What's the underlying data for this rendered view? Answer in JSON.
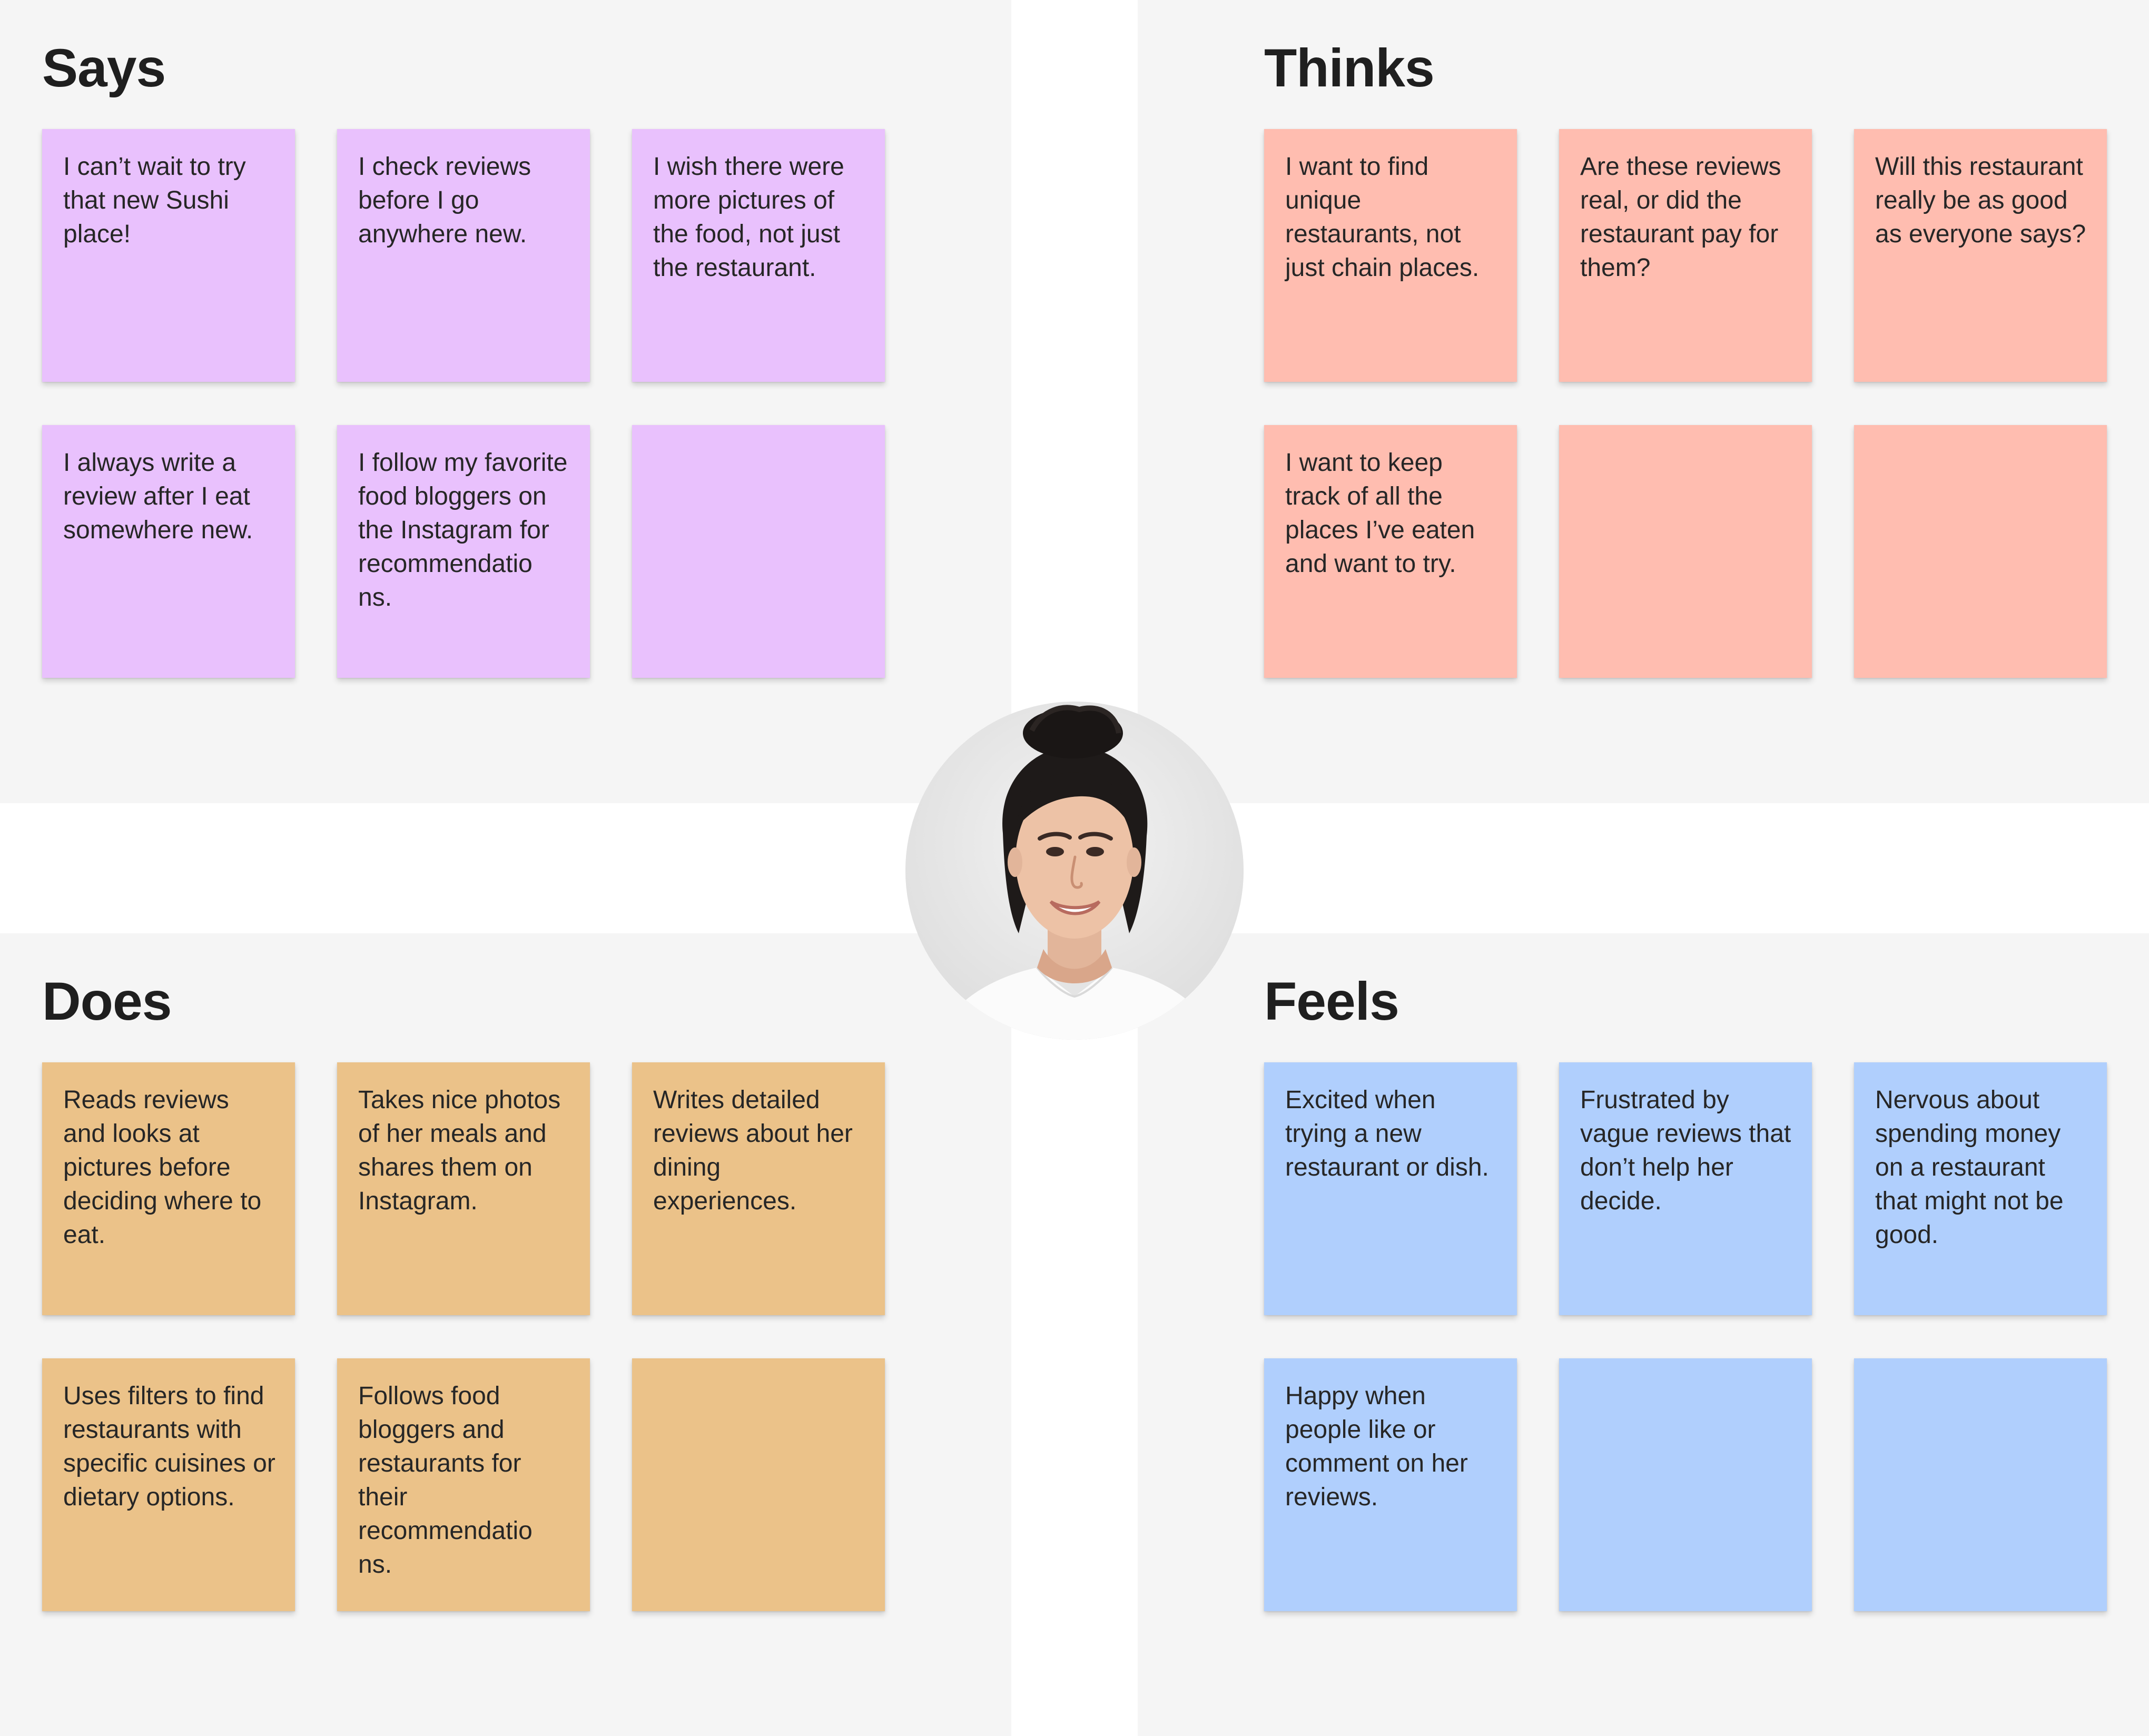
{
  "quadrants": {
    "says": {
      "title": "Says",
      "color": "#e9c1fd",
      "notes": [
        "I can’t wait to try that new Sushi place!",
        "I check reviews before I go anywhere new.",
        "I wish there were more pictures of the food, not just the restaurant.",
        "I always write a review after I eat somewhere new.",
        "I follow my favorite food bloggers on the Instagram for recommendatio ns.",
        ""
      ]
    },
    "thinks": {
      "title": "Thinks",
      "color": "#ffbdb0",
      "notes": [
        "I want to find unique restaurants, not just chain places.",
        "Are these reviews real, or did the restaurant pay for them?",
        "Will this restaurant really be as good as everyone says?",
        "I want to keep track of all the places I’ve eaten and want to try.",
        "",
        ""
      ]
    },
    "does": {
      "title": "Does",
      "color": "#ebc289",
      "notes": [
        "Reads reviews and looks at pictures before deciding where to eat.",
        "Takes nice photos of her meals and shares them on Instagram.",
        "Writes detailed reviews about her dining experiences.",
        "Uses filters to find restaurants with specific cuisines or dietary options.",
        "Follows food bloggers and restaurants for their recommendatio ns.",
        ""
      ]
    },
    "feels": {
      "title": "Feels",
      "color": "#b0cffd",
      "notes": [
        "Excited when trying a new restaurant or dish.",
        "Frustrated by vague reviews that don’t help her decide.",
        "Nervous about spending money on a restaurant that might not be good.",
        "Happy when people like or comment on her reviews.",
        "",
        ""
      ]
    }
  },
  "avatar": {
    "icon": "persona-photo"
  }
}
